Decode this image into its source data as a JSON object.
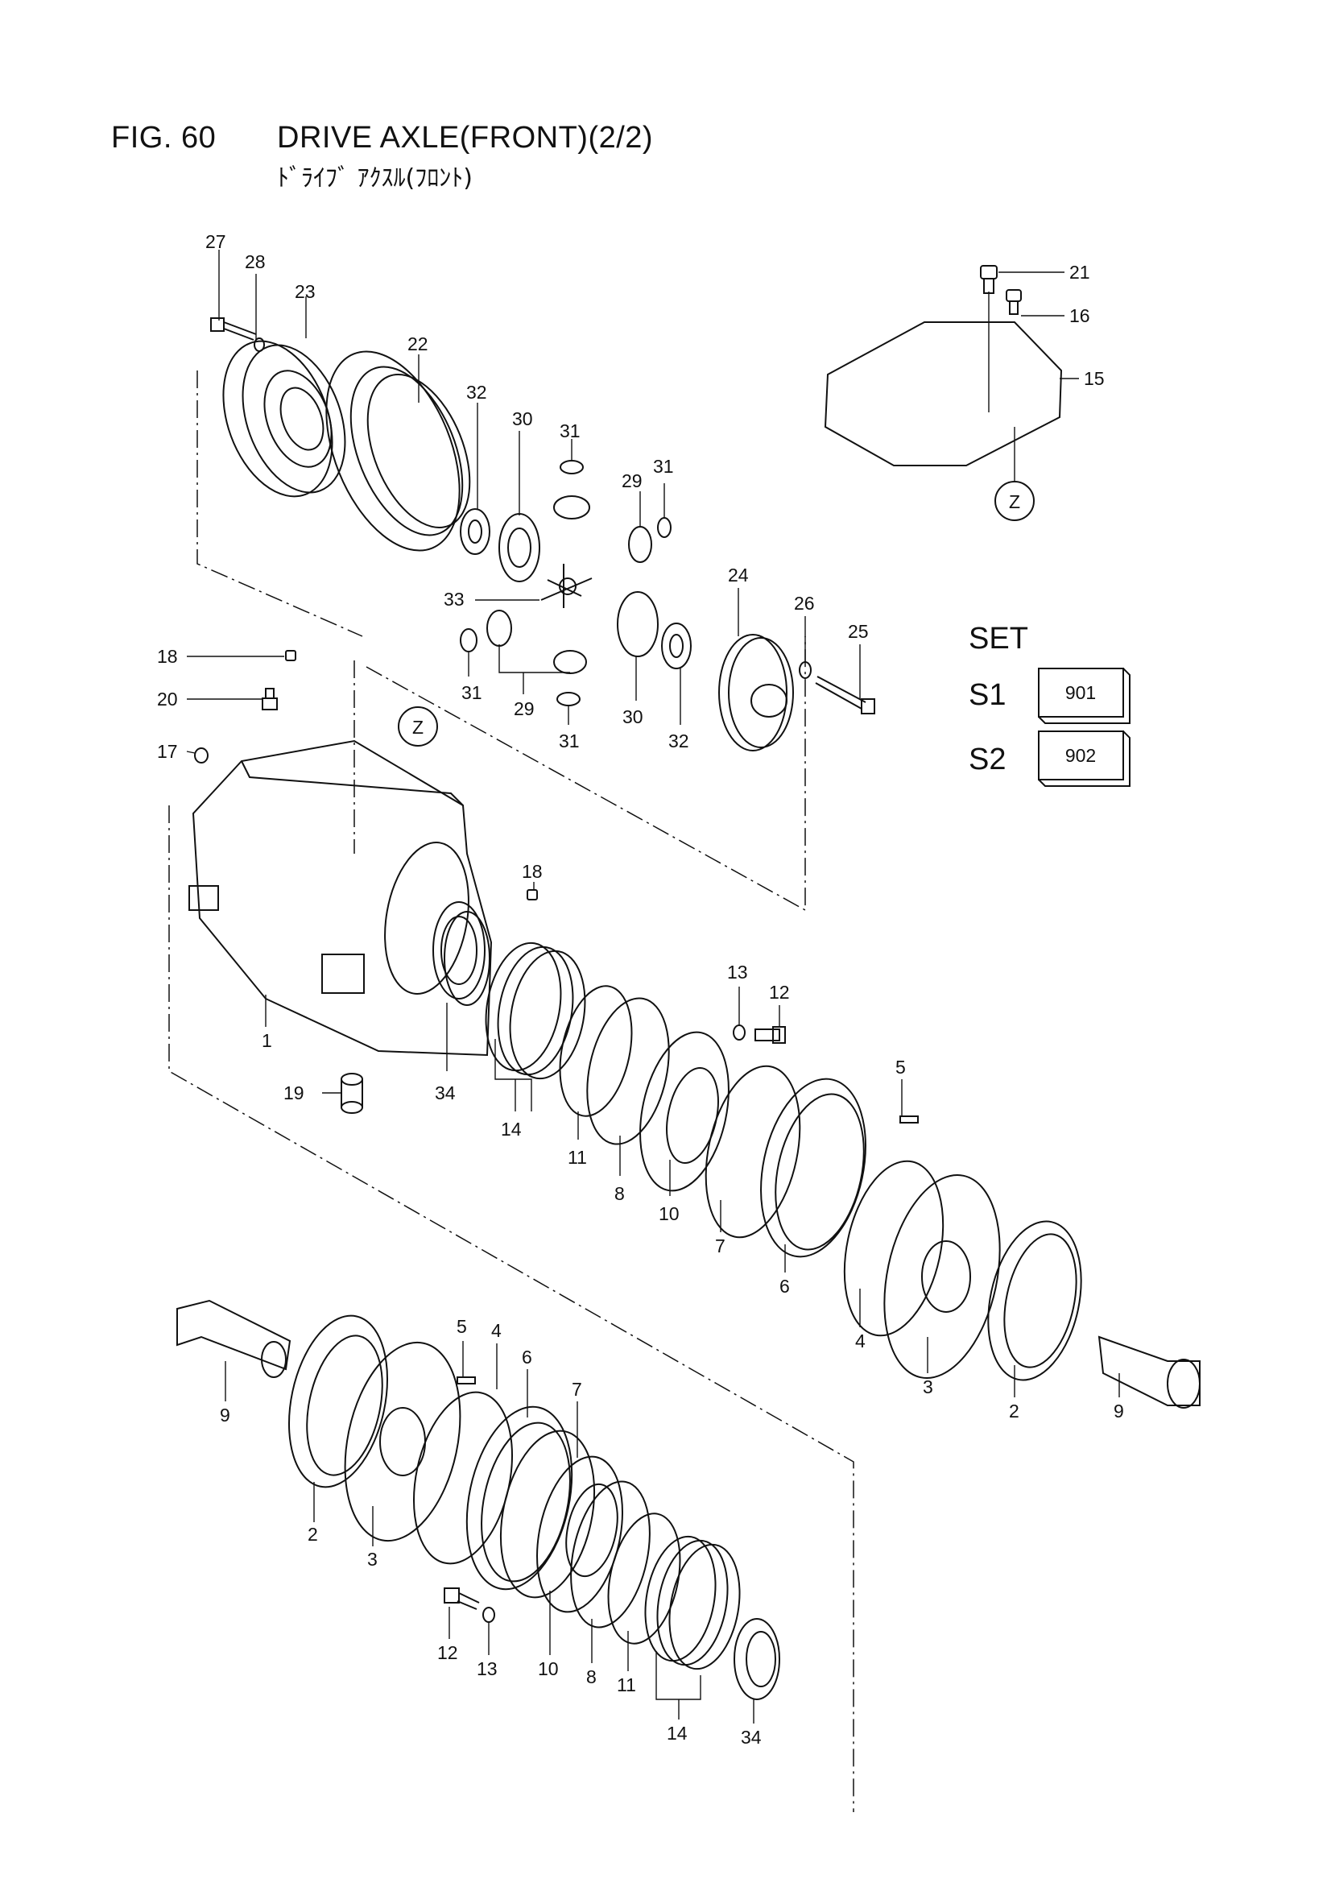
{
  "figure": {
    "number": "FIG. 60",
    "title": "DRIVE AXLE(FRONT)(2/2)",
    "title_japanese": "ﾄﾞﾗｲﾌﾞ ｱｸｽﾙ(ﾌﾛﾝﾄ)"
  },
  "set_table": {
    "heading": "SET",
    "rows": [
      {
        "label": "S1",
        "code": "901"
      },
      {
        "label": "S2",
        "code": "902"
      }
    ]
  },
  "reference_marker": "Z",
  "callouts": [
    {
      "id": "c27",
      "text": "27"
    },
    {
      "id": "c28",
      "text": "28"
    },
    {
      "id": "c23",
      "text": "23"
    },
    {
      "id": "c22",
      "text": "22"
    },
    {
      "id": "c32a",
      "text": "32"
    },
    {
      "id": "c30a",
      "text": "30"
    },
    {
      "id": "c31a",
      "text": "31"
    },
    {
      "id": "c29a",
      "text": "29"
    },
    {
      "id": "c31b",
      "text": "31"
    },
    {
      "id": "c33",
      "text": "33"
    },
    {
      "id": "c31c",
      "text": "31"
    },
    {
      "id": "c29b",
      "text": "29"
    },
    {
      "id": "c31d",
      "text": "31"
    },
    {
      "id": "c30b",
      "text": "30"
    },
    {
      "id": "c32b",
      "text": "32"
    },
    {
      "id": "c24",
      "text": "24"
    },
    {
      "id": "c26",
      "text": "26"
    },
    {
      "id": "c25",
      "text": "25"
    },
    {
      "id": "c21",
      "text": "21"
    },
    {
      "id": "c16",
      "text": "16"
    },
    {
      "id": "c15",
      "text": "15"
    },
    {
      "id": "c18a",
      "text": "18"
    },
    {
      "id": "c20",
      "text": "20"
    },
    {
      "id": "c17",
      "text": "17"
    },
    {
      "id": "c18b",
      "text": "18"
    },
    {
      "id": "c1",
      "text": "1"
    },
    {
      "id": "c19",
      "text": "19"
    },
    {
      "id": "c34a",
      "text": "34"
    },
    {
      "id": "c14a",
      "text": "14"
    },
    {
      "id": "c11a",
      "text": "11"
    },
    {
      "id": "c8a",
      "text": "8"
    },
    {
      "id": "c10a",
      "text": "10"
    },
    {
      "id": "c13a",
      "text": "13"
    },
    {
      "id": "c12a",
      "text": "12"
    },
    {
      "id": "c7a",
      "text": "7"
    },
    {
      "id": "c6a",
      "text": "6"
    },
    {
      "id": "c5a",
      "text": "5"
    },
    {
      "id": "c4a",
      "text": "4"
    },
    {
      "id": "c3a",
      "text": "3"
    },
    {
      "id": "c2a",
      "text": "2"
    },
    {
      "id": "c9a",
      "text": "9"
    },
    {
      "id": "c9b",
      "text": "9"
    },
    {
      "id": "c5b",
      "text": "5"
    },
    {
      "id": "c4b",
      "text": "4"
    },
    {
      "id": "c6b",
      "text": "6"
    },
    {
      "id": "c7b",
      "text": "7"
    },
    {
      "id": "c2b",
      "text": "2"
    },
    {
      "id": "c3b",
      "text": "3"
    },
    {
      "id": "c12b",
      "text": "12"
    },
    {
      "id": "c13b",
      "text": "13"
    },
    {
      "id": "c10b",
      "text": "10"
    },
    {
      "id": "c8b",
      "text": "8"
    },
    {
      "id": "c11b",
      "text": "11"
    },
    {
      "id": "c14b",
      "text": "14"
    },
    {
      "id": "c34b",
      "text": "34"
    }
  ]
}
